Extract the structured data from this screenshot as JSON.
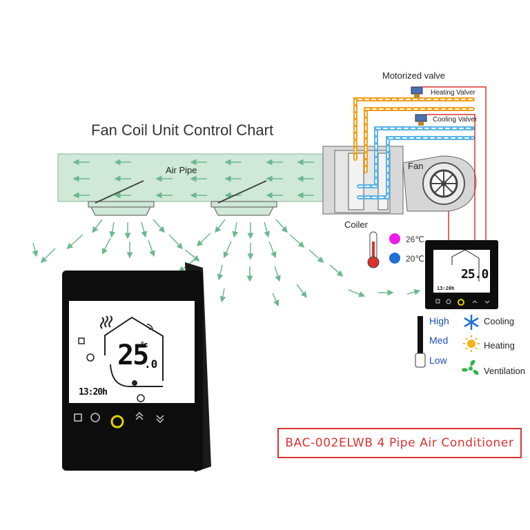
{
  "diagram": {
    "title": "Fan Coil Unit Control Chart",
    "motorized_valve": "Motorized valve",
    "heating_valve": "Heating Valver",
    "cooling_valve": "Cooling Valver",
    "fan": "Fan",
    "coiler": "Coiler",
    "air_pipe": "Air Pipe",
    "temp_hot": "26℃",
    "temp_cold": "20℃"
  },
  "fan_speed": {
    "high": "High",
    "med": "Med",
    "low": "Low"
  },
  "modes": {
    "cooling": "Cooling",
    "heating": "Heating",
    "ventilation": "Ventilation"
  },
  "thermostat": {
    "temperature": "25",
    "decimal": ".0",
    "unit": "°c",
    "time": "13:20h",
    "small_temperature": "25.0",
    "small_time": "13:20h"
  },
  "model": "BAC-002ELWB 4 Pipe Air Conditioner",
  "colors": {
    "air_pipe": "#cfe8d8",
    "arrows": "#6bb98c",
    "heating_pipe": "#f2a01e",
    "cooling_pipe": "#5bb4e6",
    "wire": "#d9322f",
    "hot_dot": "#f01ae8",
    "cold_dot": "#1d6fd6"
  }
}
